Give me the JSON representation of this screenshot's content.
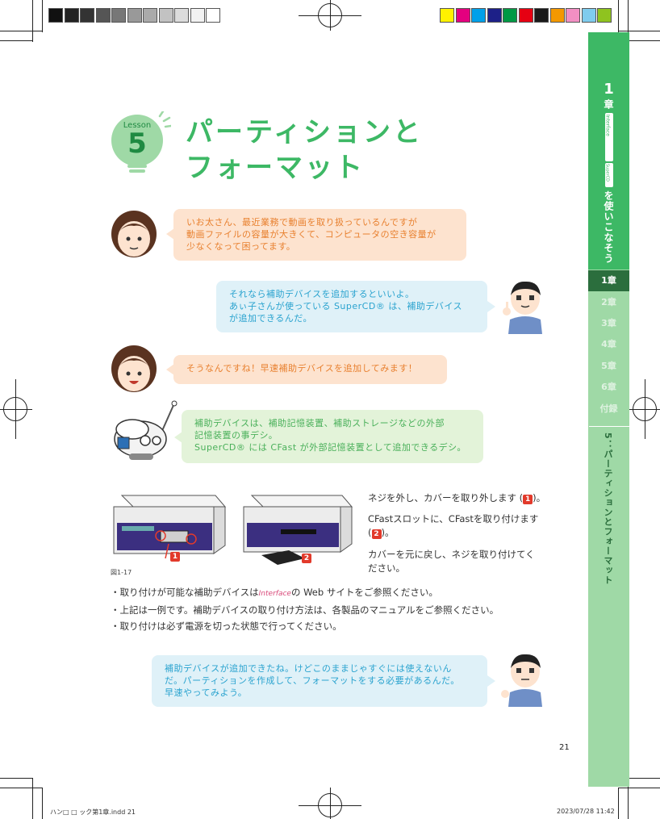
{
  "lesson": {
    "label": "Lesson",
    "number": "5"
  },
  "title": {
    "line1": "パーティションと",
    "line2": "フォーマット"
  },
  "dialogue": [
    {
      "speaker": "girl",
      "lines": [
        "いお太さん、最近業務で動画を取り扱っているんですが",
        "動画ファイルの容量が大きくて、コンピュータの空き容量が",
        "少なくなって困ってます。"
      ]
    },
    {
      "speaker": "man",
      "lines": [
        "それなら補助デバイスを追加するといいよ。",
        "あぃ子さんが使っている SuperCD® は、補助デバイス",
        "が追加できるんだ。"
      ]
    },
    {
      "speaker": "girl",
      "lines": [
        "そうなんですね！早速補助デバイスを追加してみます！"
      ]
    },
    {
      "speaker": "robot",
      "lines": [
        "補助デバイスは、補助記憶装置、補助ストレージなどの外部",
        "記憶装置の事デシ。",
        "SuperCD® には CFast が外部記憶装置として追加できるデシ。"
      ]
    }
  ],
  "figure": {
    "caption": "図1-17",
    "badge1": "1",
    "badge2": "2"
  },
  "steps": {
    "step1": "ネジを外し、カバーを取り外します (",
    "step1_end": ")。",
    "step2a": "CFastスロットに、CFastを取り付けます",
    "step2b_pre": "(",
    "step2b_end": ")。",
    "step3a": "カバーを元に戻し、ネジを取り付けてく",
    "step3b": "ださい。"
  },
  "notes": {
    "n1_pre": "・取り付けが可能な補助デバイスは",
    "n1_logo": "Interface",
    "n1_post": "の Web サイトをご参照ください。",
    "n2": "・上記は一例です。補助デバイスの取り付け方法は、各製品のマニュアルをご参照ください。",
    "n3": "・取り付けは必ず電源を切った状態で行ってください。"
  },
  "closing": {
    "lines": [
      "補助デバイスが追加できたね。けどこのままじゃすぐには使えないん",
      "だ。パーティションを作成して、フォーマットをする必要があるんだ。",
      "早速やってみよう。"
    ]
  },
  "side": {
    "chapter_num": "1",
    "chapter_label": "章",
    "logo": "Interface",
    "logo2": "SuperCD",
    "chapter_title": "を使いこなそう",
    "items": [
      "1章",
      "2章",
      "3章",
      "4章",
      "5章",
      "6章",
      "付録"
    ],
    "lesson_title": "5：パーティションとフォーマット"
  },
  "page_number": "21",
  "footer": {
    "file": "ハン□ □ ック第1章.indd 21",
    "date": "2023/07/28 11:42"
  },
  "colors": {
    "green": "#3db865",
    "light_green": "#9fd9a6",
    "peach": "#fde3cf",
    "orange": "#e8802f",
    "blue": "#2aa3cf",
    "red": "#e23a2b"
  }
}
